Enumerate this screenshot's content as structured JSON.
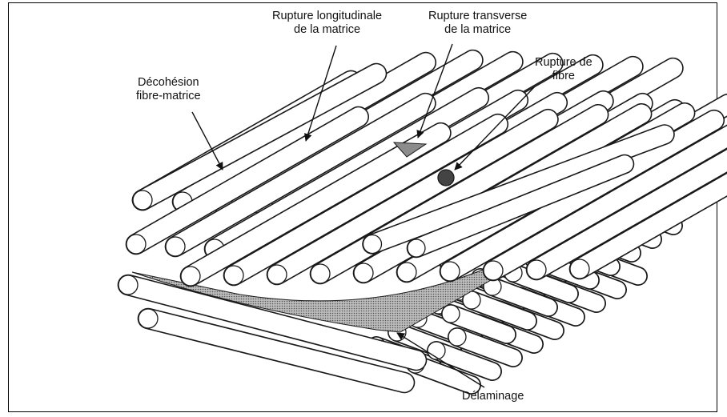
{
  "labels": {
    "decohesion": {
      "line1": "Décohésion",
      "line2": "fibre-matrice"
    },
    "longitudinal": {
      "line1": "Rupture longitudinale",
      "line2": "de la matrice"
    },
    "transverse": {
      "line1": "Rupture transverse",
      "line2": "de la matrice"
    },
    "fibre_break": {
      "line1": "Rupture de",
      "line2": "fibre"
    },
    "delamination": {
      "line1": "Délaminage"
    }
  },
  "colors": {
    "stroke": "#1a1a1a",
    "fibre_fill": "#ffffff",
    "matrix_damage": "#8c8c8c",
    "broken_fibre": "#444444"
  }
}
